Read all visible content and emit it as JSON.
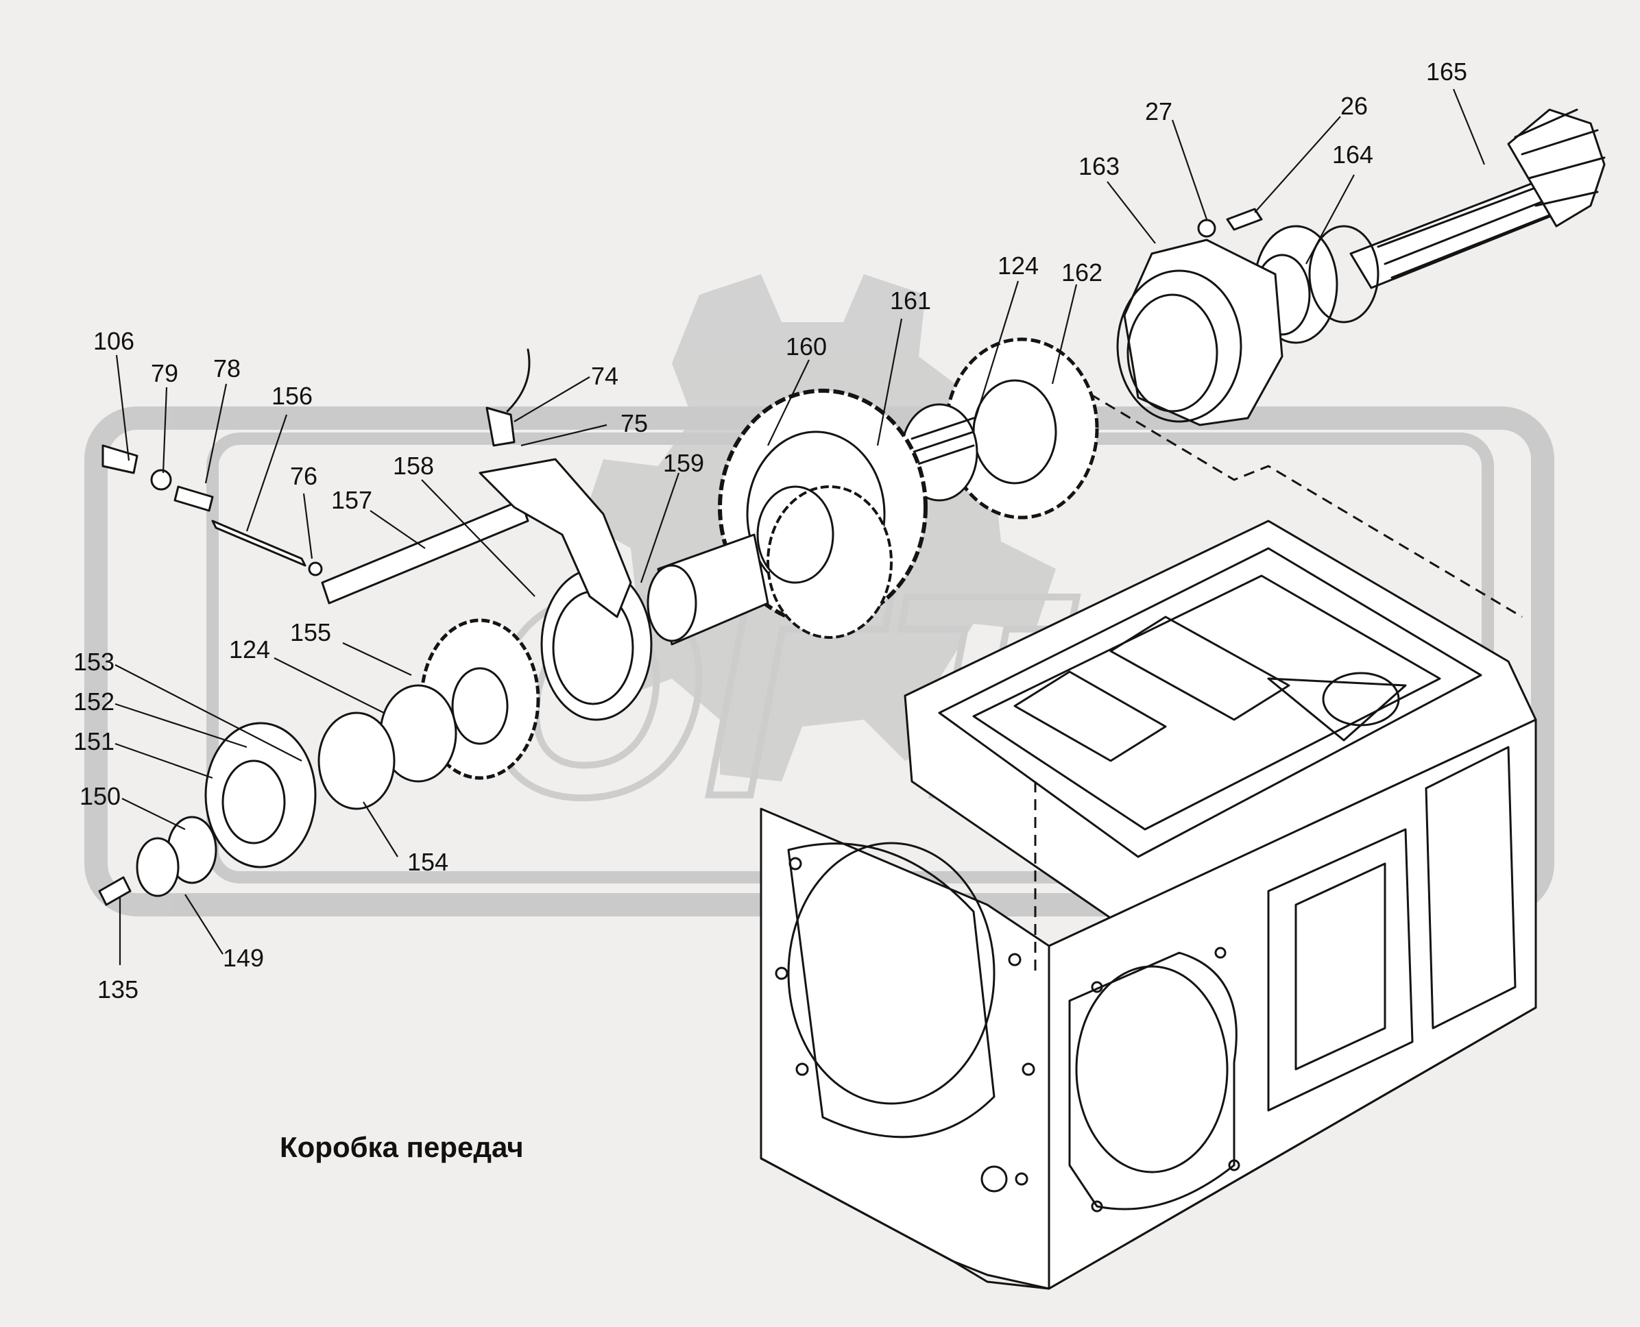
{
  "title": "Коробка передач",
  "watermark": "ОГТ",
  "colors": {
    "background": "#f0efed",
    "ink": "#141414",
    "watermark": "#c8c8c8"
  },
  "callouts": [
    {
      "id": "c106",
      "label": "106"
    },
    {
      "id": "c79",
      "label": "79"
    },
    {
      "id": "c78",
      "label": "78"
    },
    {
      "id": "c156",
      "label": "156"
    },
    {
      "id": "c76",
      "label": "76"
    },
    {
      "id": "c157",
      "label": "157"
    },
    {
      "id": "c158",
      "label": "158"
    },
    {
      "id": "c74",
      "label": "74"
    },
    {
      "id": "c75",
      "label": "75"
    },
    {
      "id": "c159",
      "label": "159"
    },
    {
      "id": "c160",
      "label": "160"
    },
    {
      "id": "c161",
      "label": "161"
    },
    {
      "id": "c124a",
      "label": "124"
    },
    {
      "id": "c162",
      "label": "162"
    },
    {
      "id": "c163",
      "label": "163"
    },
    {
      "id": "c27",
      "label": "27"
    },
    {
      "id": "c26",
      "label": "26"
    },
    {
      "id": "c164",
      "label": "164"
    },
    {
      "id": "c165",
      "label": "165"
    },
    {
      "id": "c155",
      "label": "155"
    },
    {
      "id": "c124b",
      "label": "124"
    },
    {
      "id": "c153",
      "label": "153"
    },
    {
      "id": "c152",
      "label": "152"
    },
    {
      "id": "c151",
      "label": "151"
    },
    {
      "id": "c150",
      "label": "150"
    },
    {
      "id": "c154",
      "label": "154"
    },
    {
      "id": "c149",
      "label": "149"
    },
    {
      "id": "c135",
      "label": "135"
    }
  ]
}
